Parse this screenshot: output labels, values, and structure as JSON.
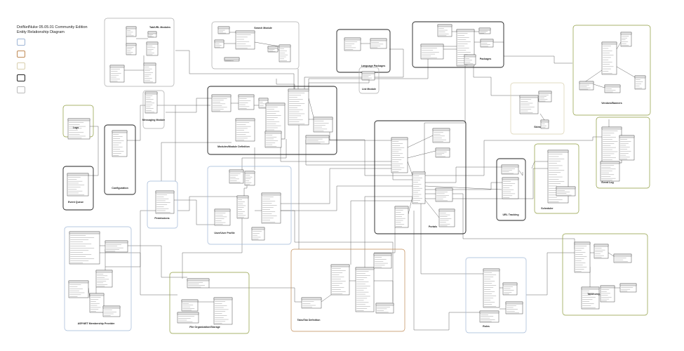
{
  "title": {
    "line1": "DotNetNuke 05.05.01 Community Edition",
    "line2": "Entity Relationship Diagram"
  },
  "legend": [
    {
      "label": "",
      "color": "#9fb6d6"
    },
    {
      "label": "",
      "color": "#c08a55"
    },
    {
      "label": "",
      "color": "#d8cfae"
    },
    {
      "label": "",
      "color": "#222222"
    },
    {
      "label": "",
      "color": "#bbbbbb"
    }
  ],
  "groups": [
    {
      "id": "tabs-modules",
      "label": "Tab/URL Modules",
      "color": "#aaaaaa"
    },
    {
      "id": "search-module",
      "label": "Search Module",
      "color": "#aaaaaa"
    },
    {
      "id": "language-packages",
      "label": "Language Packages",
      "color": "#222222"
    },
    {
      "id": "packages",
      "label": "Packages",
      "color": "#222222"
    },
    {
      "id": "vendors-banners",
      "label": "Vendors/Banners",
      "color": "#8c9a3c"
    },
    {
      "id": "list-module",
      "label": "List Module",
      "color": "#aaaaaa"
    },
    {
      "id": "messaging-module",
      "label": "Messaging Module",
      "color": "#aaaaaa"
    },
    {
      "id": "modules-definition",
      "label": "Modules/Module Definition",
      "color": "#222222"
    },
    {
      "id": "skins",
      "label": "Skins",
      "color": "#d8cfae"
    },
    {
      "id": "logs",
      "label": "Logs",
      "color": "#8c9a3c"
    },
    {
      "id": "configuration",
      "label": "Configuration",
      "color": "#222222"
    },
    {
      "id": "event-queue",
      "label": "Event Queue",
      "color": "#222222"
    },
    {
      "id": "email-log",
      "label": "Event Log",
      "color": "#8c9a3c"
    },
    {
      "id": "portals",
      "label": "Portals",
      "color": "#222222"
    },
    {
      "id": "url-tracking",
      "label": "URL Tracking",
      "color": "#222222"
    },
    {
      "id": "scheduler",
      "label": "Scheduler",
      "color": "#8c9a3c"
    },
    {
      "id": "permissions",
      "label": "Permissions",
      "color": "#9fb6d6"
    },
    {
      "id": "users-profile",
      "label": "User/User Profile",
      "color": "#9fb6d6"
    },
    {
      "id": "aspnet-membership",
      "label": "ASP.NET Membership Provider",
      "color": "#9fb6d6"
    },
    {
      "id": "file-organization",
      "label": "File Organization/Storage",
      "color": "#8c9a3c"
    },
    {
      "id": "tabs-definition",
      "label": "Tabs/Tab Definition",
      "color": "#c08a55"
    },
    {
      "id": "roles",
      "label": "Roles",
      "color": "#9fb6d6"
    },
    {
      "id": "taxonomy",
      "label": "Taxonomy",
      "color": "#8c9a3c"
    }
  ]
}
